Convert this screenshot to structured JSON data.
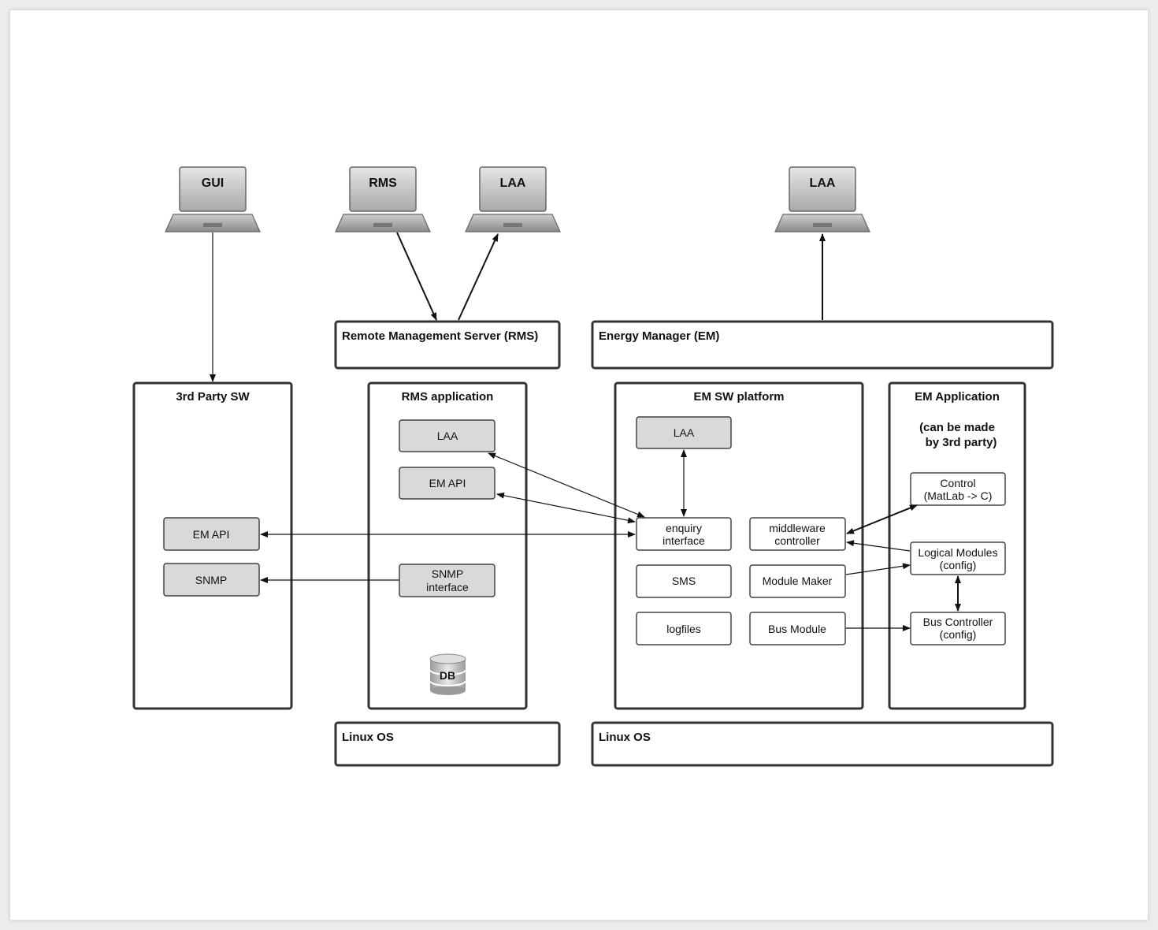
{
  "laptops": {
    "gui": "GUI",
    "rms": "RMS",
    "laa_rms": "LAA",
    "laa_em": "LAA"
  },
  "servers": {
    "rms": "Remote Management Server (RMS)",
    "em": "Energy Manager (EM)"
  },
  "panels": {
    "third_party": {
      "title": "3rd Party SW",
      "em_api": "EM API",
      "snmp": "SNMP"
    },
    "rms_app": {
      "title": "RMS application",
      "laa": "LAA",
      "em_api": "EM API",
      "snmp_line1": "SNMP",
      "snmp_line2": "interface",
      "db": "DB"
    },
    "em_platform": {
      "title": "EM SW platform",
      "laa": "LAA",
      "enquiry_line1": "enquiry",
      "enquiry_line2": "interface",
      "middleware_line1": "middleware",
      "middleware_line2": "controller",
      "sms": "SMS",
      "module_maker": "Module Maker",
      "logfiles": "logfiles",
      "bus_module": "Bus Module"
    },
    "em_app": {
      "title": "EM Application",
      "subtitle_line1": "(can be made",
      "subtitle_line2": "by 3rd party)",
      "control_line1": "Control",
      "control_line2": "(MatLab -> C)",
      "logical_line1": "Logical Modules",
      "logical_line2": "(config)",
      "bus_line1": "Bus Controller",
      "bus_line2": "(config)"
    }
  },
  "os": {
    "rms": "Linux OS",
    "em": "Linux OS"
  }
}
